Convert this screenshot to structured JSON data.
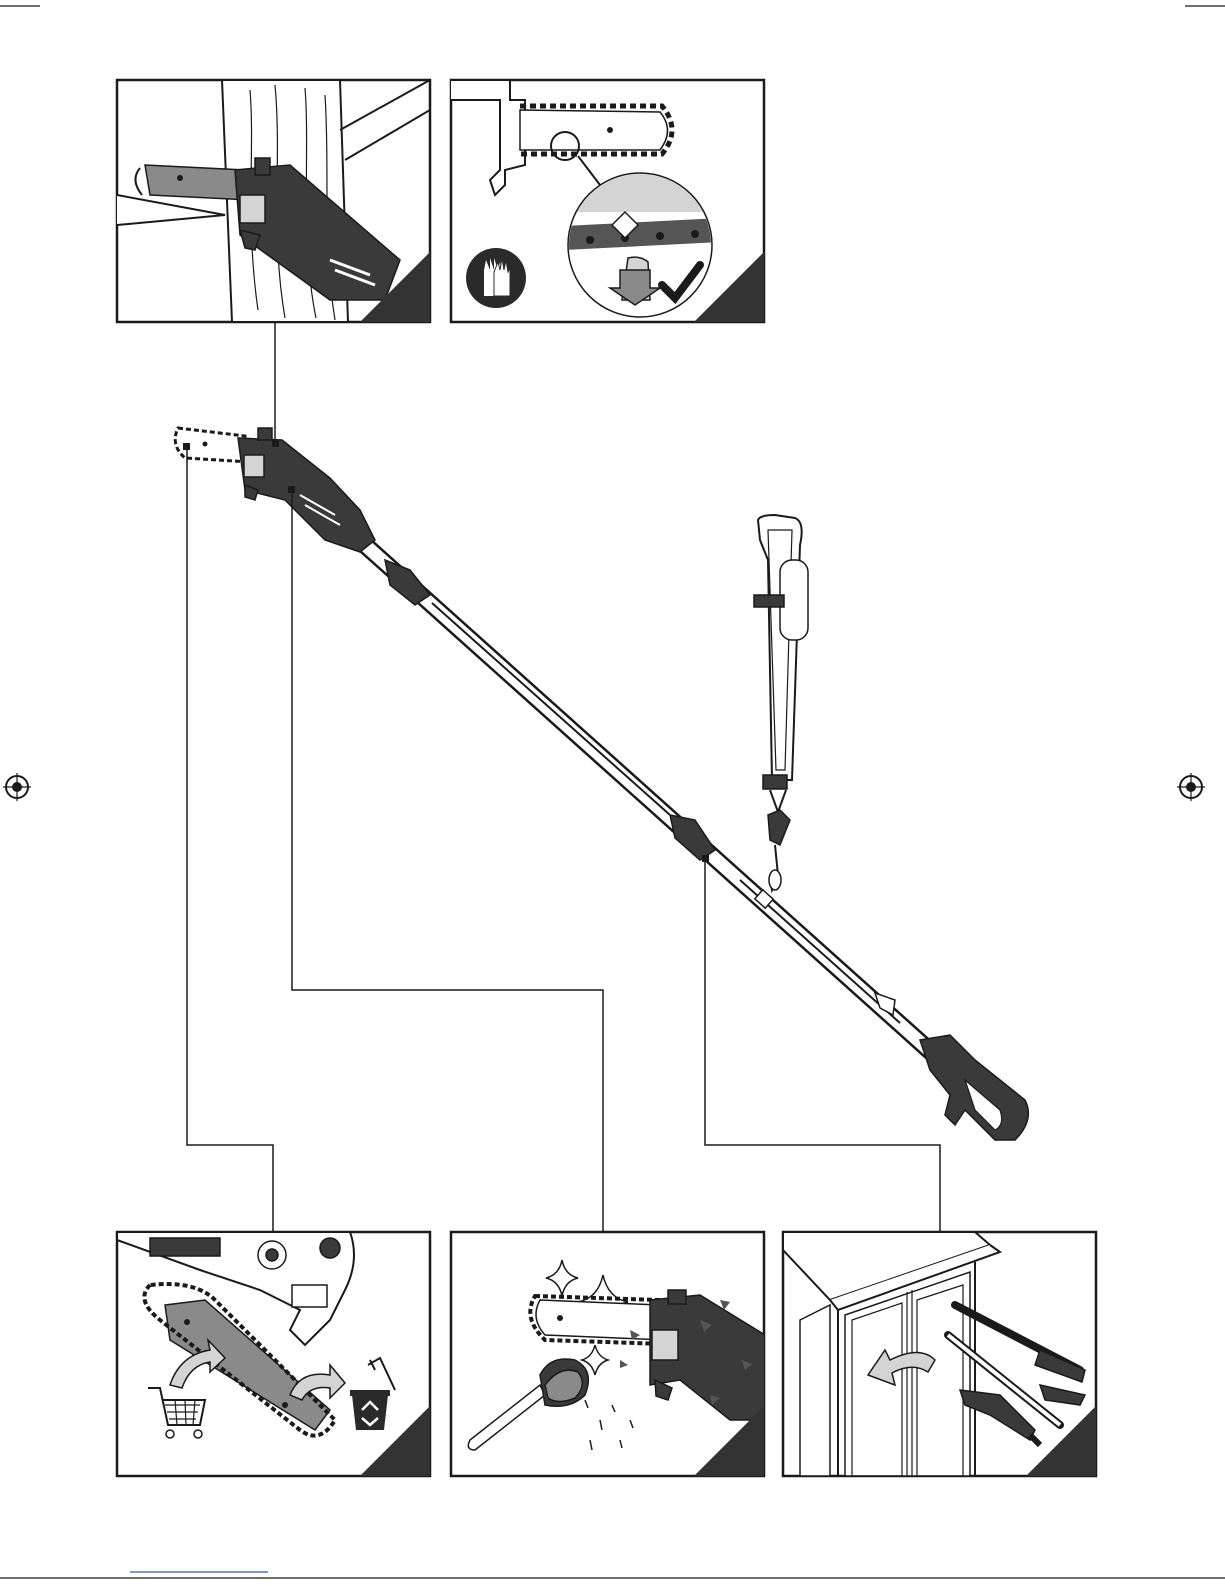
{
  "panels": [
    {
      "id": "cutting-branch",
      "icon": "saw-cutting-trunk"
    },
    {
      "id": "chain-tension",
      "icon": "chain-tension-check",
      "badge_icon": "gloves-icon",
      "confirm_icon": "checkmark-icon"
    },
    {
      "id": "replace-chain",
      "icon": "chain-replace",
      "buy_icon": "shopping-cart-icon",
      "dispose_icon": "recycle-bin-icon"
    },
    {
      "id": "cleaning",
      "icon": "brush-cleaning",
      "sparkle_icon": "sparkle-icon"
    },
    {
      "id": "storage",
      "icon": "cabinet-storage"
    }
  ],
  "colors": {
    "ink": "#1a1a1a",
    "dark_fill": "#3a3a3a",
    "mid_fill": "#8a8a8a",
    "light_fill": "#d4d4d4"
  }
}
